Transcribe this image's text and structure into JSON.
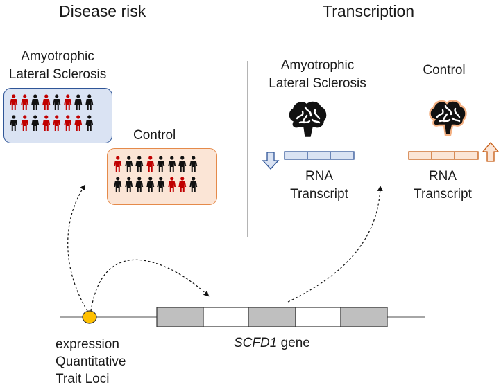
{
  "headings": {
    "disease_risk": "Disease risk",
    "transcription": "Transcription"
  },
  "disease_risk": {
    "als_label_line1": "Amyotrophic",
    "als_label_line2": "Lateral Sclerosis",
    "control_label": "Control",
    "als_rows": [
      [
        "affected",
        "affected",
        "unaffected",
        "affected",
        "unaffected",
        "affected",
        "unaffected",
        "unaffected"
      ],
      [
        "unaffected",
        "affected",
        "unaffected",
        "affected",
        "affected",
        "affected",
        "affected",
        "unaffected"
      ]
    ],
    "control_rows": [
      [
        "affected",
        "unaffected",
        "unaffected",
        "affected",
        "unaffected",
        "unaffected",
        "unaffected",
        "unaffected"
      ],
      [
        "unaffected",
        "unaffected",
        "unaffected",
        "unaffected",
        "unaffected",
        "affected",
        "affected",
        "unaffected"
      ]
    ]
  },
  "transcription": {
    "als_label_line1": "Amyotrophic",
    "als_label_line2": "Lateral Sclerosis",
    "control_label": "Control",
    "als_rna_line1": "RNA",
    "als_rna_line2": "Transcript",
    "control_rna_line1": "RNA",
    "control_rna_line2": "Transcript",
    "als_direction": "down",
    "control_direction": "up"
  },
  "gene": {
    "name": "SCFD1",
    "suffix": " gene",
    "eqtl_line1": "expression",
    "eqtl_line2": "Quantitative",
    "eqtl_line3": "Trait Loci"
  },
  "colors": {
    "affected": "#c00000",
    "unaffected": "#111111",
    "als_fill": "#dae3f3",
    "als_border": "#2f5597",
    "control_fill": "#fbe5d6",
    "control_border": "#e58a4a",
    "exon": "#bfbfbf",
    "snp": "#ffc000"
  }
}
